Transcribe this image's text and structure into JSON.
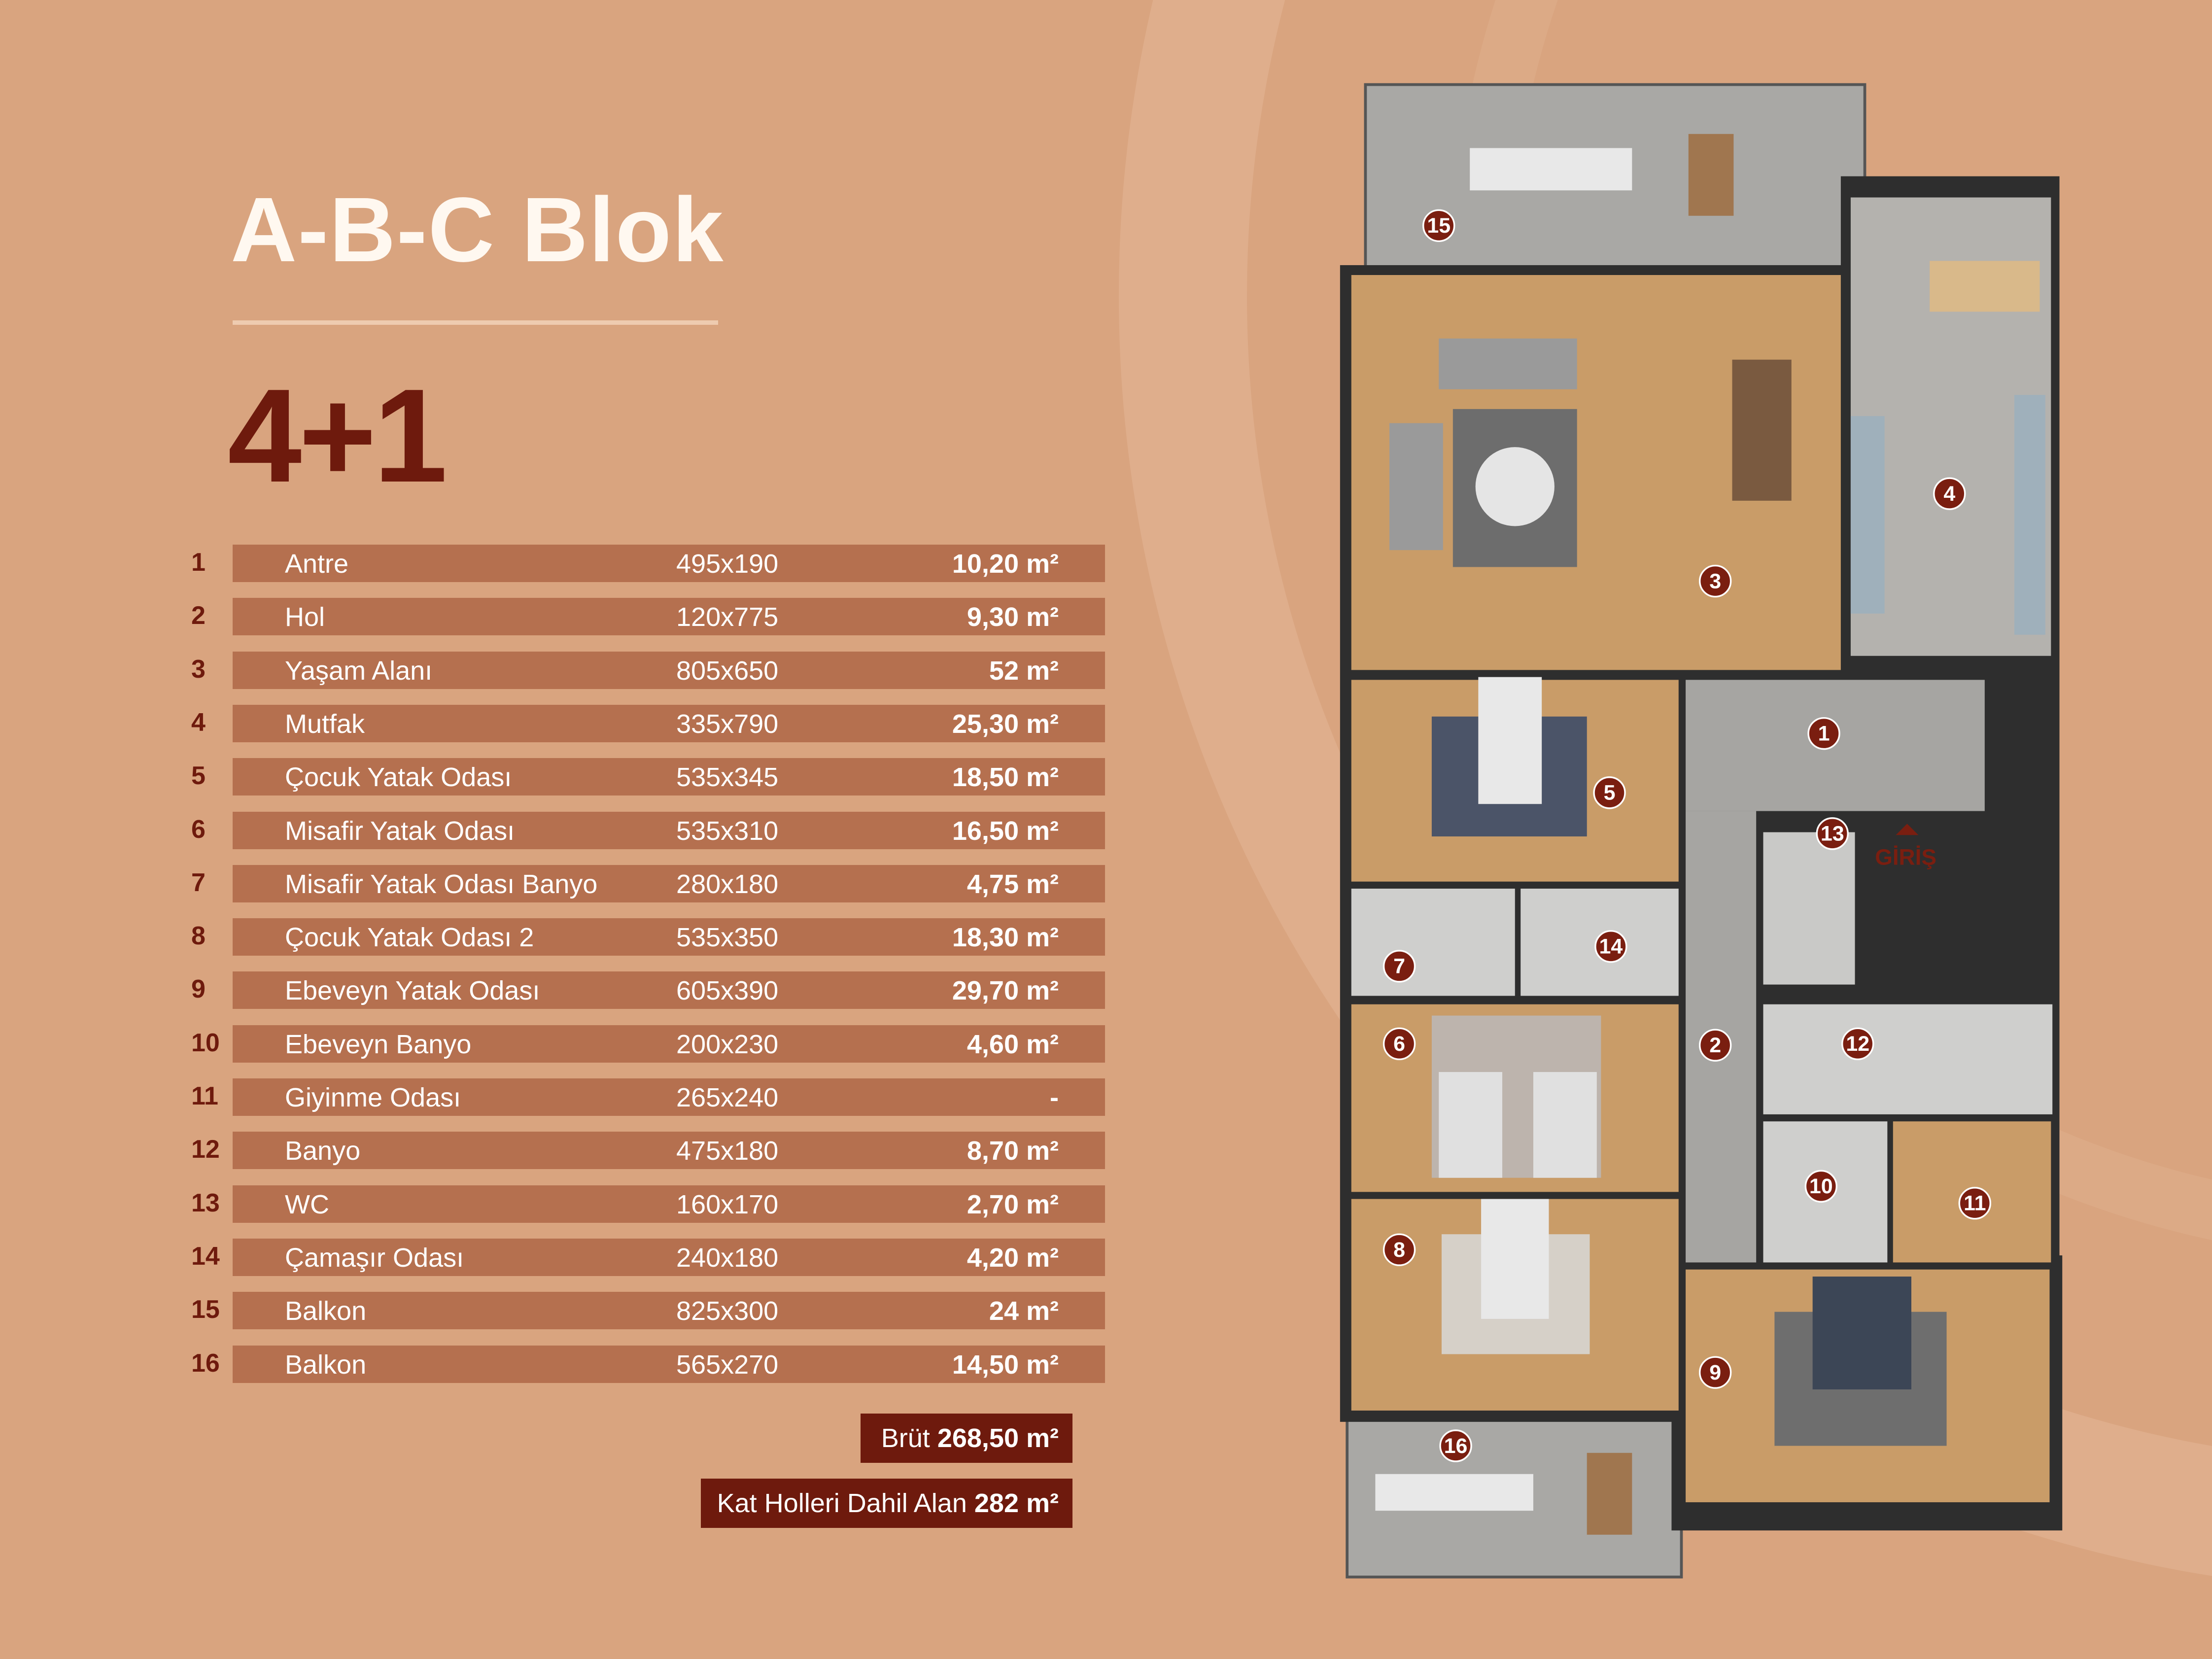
{
  "title": "A-B-C Blok",
  "unit_type": "4+1",
  "rooms": [
    {
      "no": "1",
      "name": "Antre",
      "dim": "495x190",
      "area": "10,20 m²"
    },
    {
      "no": "2",
      "name": "Hol",
      "dim": "120x775",
      "area": "9,30 m²"
    },
    {
      "no": "3",
      "name": "Yaşam Alanı",
      "dim": "805x650",
      "area": "52 m²"
    },
    {
      "no": "4",
      "name": "Mutfak",
      "dim": "335x790",
      "area": "25,30 m²"
    },
    {
      "no": "5",
      "name": "Çocuk Yatak Odası",
      "dim": "535x345",
      "area": "18,50 m²"
    },
    {
      "no": "6",
      "name": "Misafir Yatak Odası",
      "dim": "535x310",
      "area": "16,50 m²"
    },
    {
      "no": "7",
      "name": "Misafir Yatak Odası Banyo",
      "dim": "280x180",
      "area": "4,75 m²"
    },
    {
      "no": "8",
      "name": "Çocuk Yatak Odası 2",
      "dim": "535x350",
      "area": "18,30 m²"
    },
    {
      "no": "9",
      "name": "Ebeveyn Yatak Odası",
      "dim": "605x390",
      "area": "29,70 m²"
    },
    {
      "no": "10",
      "name": "Ebeveyn Banyo",
      "dim": "200x230",
      "area": "4,60 m²"
    },
    {
      "no": "11",
      "name": "Giyinme Odası",
      "dim": "265x240",
      "area": "-"
    },
    {
      "no": "12",
      "name": "Banyo",
      "dim": "475x180",
      "area": "8,70 m²"
    },
    {
      "no": "13",
      "name": "WC",
      "dim": "160x170",
      "area": "2,70 m²"
    },
    {
      "no": "14",
      "name": "Çamaşır Odası",
      "dim": "240x180",
      "area": "4,20 m²"
    },
    {
      "no": "15",
      "name": "Balkon",
      "dim": "825x300",
      "area": "24 m²"
    },
    {
      "no": "16",
      "name": "Balkon",
      "dim": "565x270",
      "area": "14,50 m²"
    }
  ],
  "totals": {
    "gross_label": "Brüt",
    "gross_value": "268,50 m²",
    "incl_label": "Kat Holleri Dahil Alan",
    "incl_value": "282 m²"
  },
  "plan": {
    "entrance_label": "GİRİŞ"
  },
  "colors": {
    "background": "#d9a47f",
    "row_bar": "#b5704f",
    "accent": "#6e1a0d"
  }
}
